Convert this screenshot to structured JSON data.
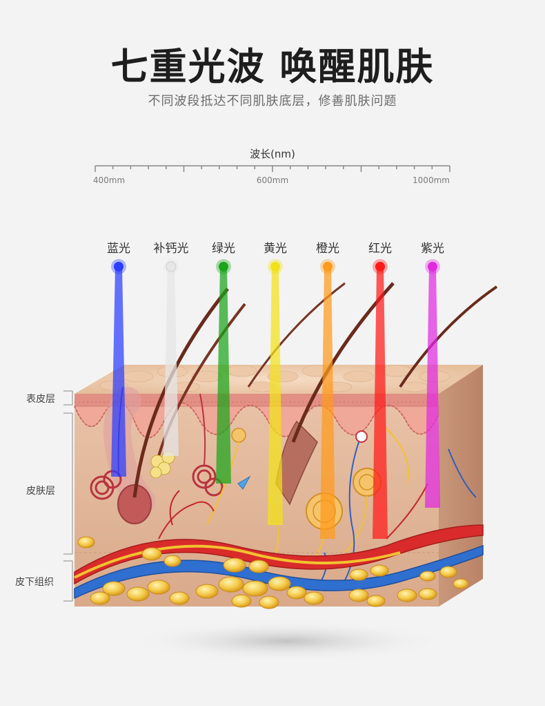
{
  "title": "七重光波 唤醒肌肤",
  "subtitle": "不同波段抵达不同肌肤底层，修善肌肤问题",
  "wavelength": {
    "label": "波长(nm)",
    "ticks": [
      "400mm",
      "600mm",
      "1000mm"
    ]
  },
  "lights": [
    {
      "label": "蓝光",
      "color": "#2b3dff"
    },
    {
      "label": "补钙光",
      "color": "#e6e6e6"
    },
    {
      "label": "绿光",
      "color": "#1aa51a"
    },
    {
      "label": "黄光",
      "color": "#f2e21a"
    },
    {
      "label": "橙光",
      "color": "#ff9a1a"
    },
    {
      "label": "红光",
      "color": "#ff1a1a"
    },
    {
      "label": "紫光",
      "color": "#e02ae0"
    }
  ],
  "layers": [
    {
      "label": "表皮层"
    },
    {
      "label": "皮肤层"
    },
    {
      "label": "皮下组织"
    }
  ]
}
